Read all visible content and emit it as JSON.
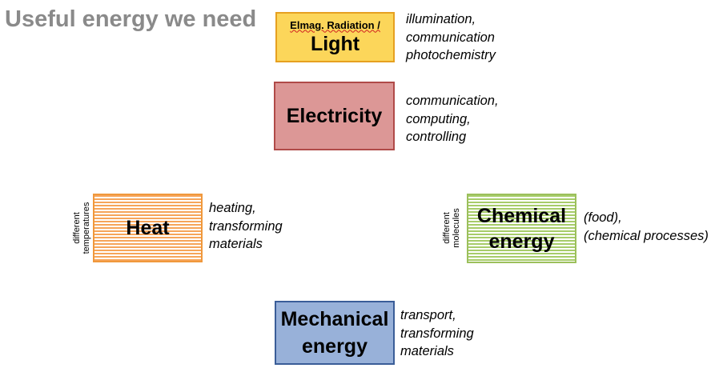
{
  "title": "Useful energy we need",
  "light": {
    "small_label": "Elmag. Radiation /",
    "label": "Light",
    "uses": [
      "illumination,",
      "communication",
      "photochemistry"
    ]
  },
  "electricity": {
    "label": "Electricity",
    "uses": [
      "communication,",
      "computing,",
      "controlling"
    ]
  },
  "heat": {
    "label": "Heat",
    "side_label": [
      "different",
      "temperatures"
    ],
    "uses": [
      "heating,",
      "transforming",
      "materials"
    ]
  },
  "chemical": {
    "label_line1": "Chemical",
    "label_line2": "energy",
    "side_label": [
      "different",
      "molecules"
    ],
    "uses": [
      "(food),",
      "(chemical processes)"
    ]
  },
  "mechanical": {
    "label_line1": "Mechanical",
    "label_line2": "energy",
    "uses": [
      "transport,",
      "transforming",
      "materials"
    ]
  },
  "colors": {
    "title": "#8a8a8a",
    "light_fill": "#fcd65a",
    "light_border": "#e6a020",
    "electricity_fill": "#dc9796",
    "electricity_border": "#b04a48",
    "heat_stripe": "#f6a55a",
    "chemical_stripe": "#a7cc6a",
    "mechanical_fill": "#98b1d9",
    "mechanical_border": "#3a5d98"
  }
}
